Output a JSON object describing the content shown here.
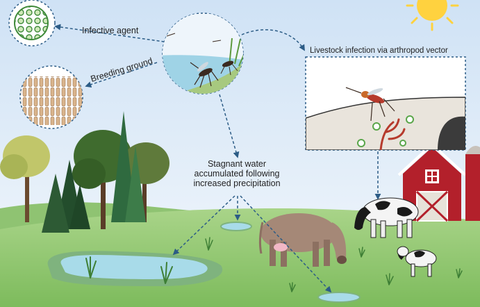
{
  "labels": {
    "infective_agent": "Infective agent",
    "breeding_ground": "Breeding ground",
    "livestock_infection": "Livestock infection via arthropod vector",
    "stagnant_line1": "Stagnant water",
    "stagnant_line2": "accumulated following",
    "stagnant_line3": "increased precipitation"
  },
  "colors": {
    "sky": "#dce9f7",
    "grass": "#8cc46a",
    "water": "#9fd3e6",
    "barn": "#b3202b",
    "mosquito_body": "#3b2a20",
    "virus": "#5aa64a",
    "arrow": "#2c5c86"
  }
}
